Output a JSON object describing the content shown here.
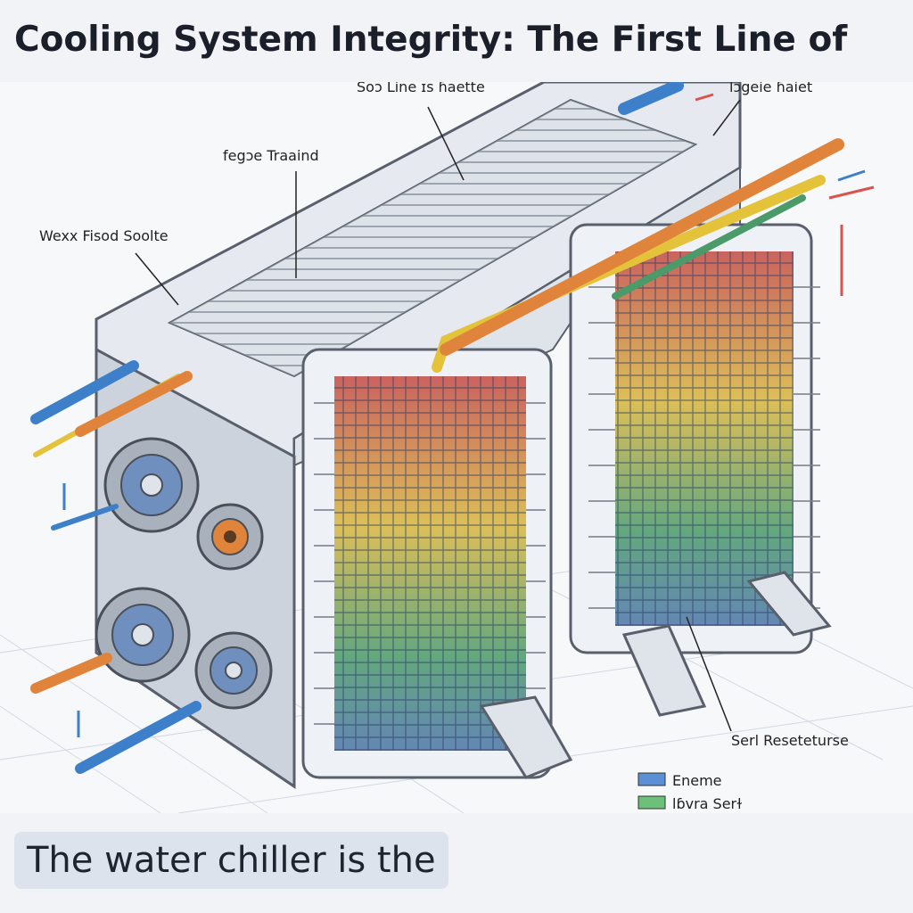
{
  "header": {
    "title": "Cooling System Integrity: The First Line of"
  },
  "illustration": {
    "labels": {
      "top_center": "Soɔ Line ɪs ɦaette",
      "top_right": "lɔgeie ɦaiet",
      "top_left": "fegɔe Traaind",
      "left": "Wexx Fisod Soolte",
      "bottom_right": "Serl Reseteturse"
    },
    "legend": [
      {
        "label": "Eneme",
        "color": "#5b8fd6"
      },
      {
        "label": "lɓvra Serɫ",
        "color": "#6cc07a"
      }
    ],
    "colors": {
      "hot": "#c44a44",
      "warm": "#d9b63c",
      "cool": "#4a9a6a",
      "pipe_blue": "#3d7fc9",
      "pipe_orange": "#e0843c",
      "pipe_yellow": "#e4c23a",
      "frame": "#e9edf2"
    }
  },
  "caption": {
    "text": "The water chiller is the"
  }
}
